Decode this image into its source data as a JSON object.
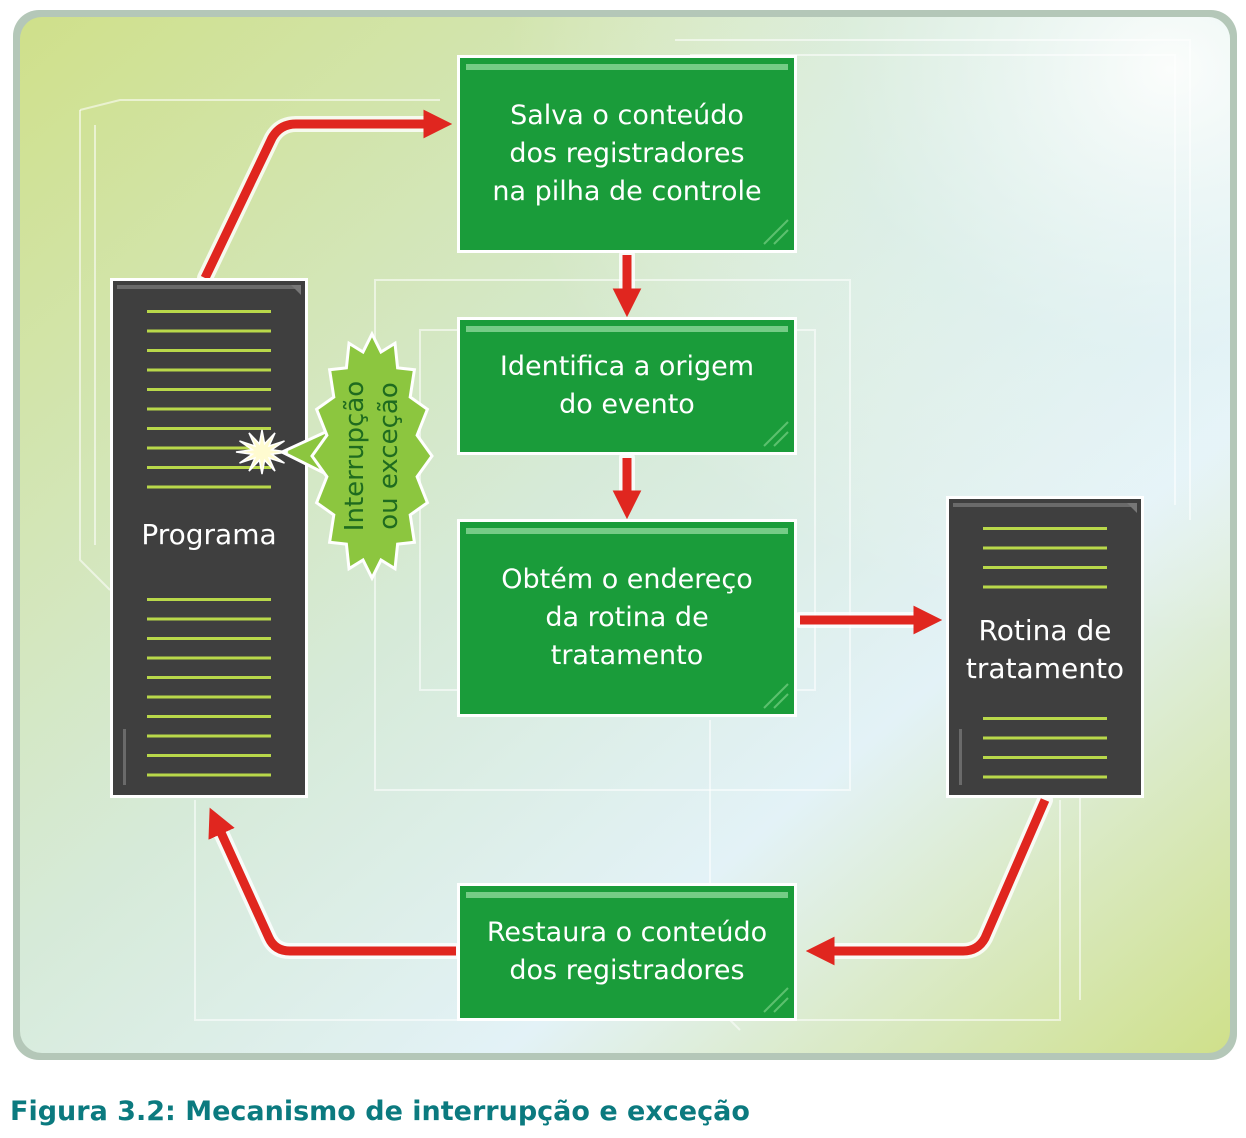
{
  "diagram": {
    "title": "",
    "nodes": {
      "save_registers": "Salva o conteúdo\ndos registradores\nna pilha de controle",
      "identify_origin": "Identifica a origem\ndo evento",
      "get_address": "Obtém o endereço\nda rotina de\ntratamento",
      "restore_registers": "Restaura o conteúdo\ndos registradores",
      "program": "Programa",
      "handler": "Rotina de\ntratamento",
      "event": "Interrupção\nou exceção"
    },
    "edges": [
      {
        "from": "program",
        "to": "save_registers"
      },
      {
        "from": "save_registers",
        "to": "identify_origin"
      },
      {
        "from": "identify_origin",
        "to": "get_address"
      },
      {
        "from": "get_address",
        "to": "handler"
      },
      {
        "from": "handler",
        "to": "restore_registers"
      },
      {
        "from": "restore_registers",
        "to": "program"
      }
    ],
    "colors": {
      "process_box": "#1a9c3a",
      "process_box_border": "#ffffff",
      "computer_box": "#3f3f3f",
      "code_lines": "#b9d84a",
      "arrow": "#e0261f",
      "burst": "#8cc63f",
      "background_green": "#c8df8a",
      "background_blue": "#dff1f5"
    }
  },
  "caption": "Figura 3.2: Mecanismo de interrupção e exceção"
}
